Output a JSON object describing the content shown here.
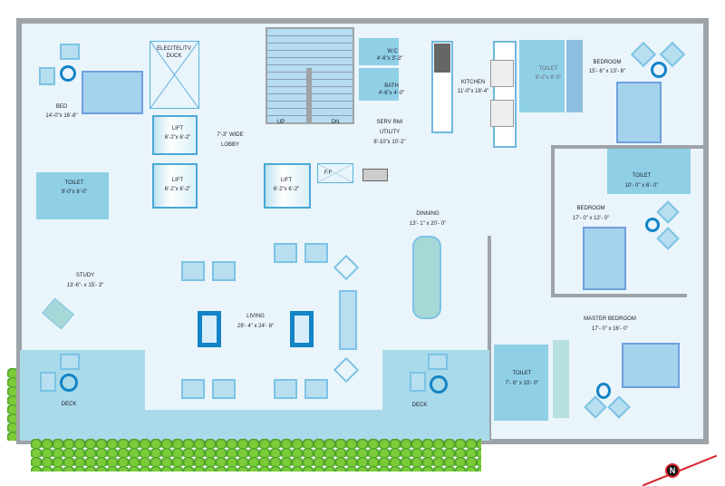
{
  "rooms": {
    "bed": {
      "name": "BED",
      "dims": "14'-0\"x 16'-8\""
    },
    "duct": {
      "name": "ELEC/TEL/TV",
      "name2": "DUCK"
    },
    "lift1": {
      "name": "LIFT",
      "dims": "6'-2\"x 6'-2\""
    },
    "lift2": {
      "name": "LIFT",
      "dims": "6'-2\"x 6'-2\""
    },
    "lift3": {
      "name": "LIFT",
      "dims": "6'-2\"x 6'-2\""
    },
    "lobby": {
      "name": "7'-3\" WIDE",
      "name2": "LOBBY"
    },
    "stair": {
      "up": "UP",
      "dn": "DN"
    },
    "ff": {
      "name": "F.F"
    },
    "wc": {
      "name": "W.C",
      "dims": "4'-6\"x 3'-3\""
    },
    "bath": {
      "name": "BATH",
      "dims": "4'-6\"x 4'-0\""
    },
    "utility": {
      "name": "SERV RM/",
      "name2": "UTILITY",
      "dims": "8'-10\"x 10'-2\""
    },
    "kitchen": {
      "name": "KITCHEN",
      "dims": "11'-0\"x 18'-4\""
    },
    "toilet_small": {
      "name": "TOILET",
      "dims": "8'-0\"x 8'-0\""
    },
    "bedroom1": {
      "name": "BEDROOM",
      "dims": "15'- 6\" x 13'- 6\""
    },
    "toilet_right": {
      "name": "TOILET",
      "dims": "10'- 0\" x 6'- 0\""
    },
    "bedroom2": {
      "name": "BEDROOM",
      "dims": "17'- 0\" x 12'- 0\""
    },
    "toilet_left": {
      "name": "TOILET",
      "dims": "9'-0\"x 6'-0\""
    },
    "dining": {
      "name": "DINNING",
      "dims": "13'- 1\" x 20'- 0\""
    },
    "study": {
      "name": "STUDY",
      "dims": "13'-6\"- x 15'- 3\""
    },
    "living": {
      "name": "LIVING",
      "dims": "29'- 4\" x 24'- 8\""
    },
    "master": {
      "name": "MASTER BEDROOM",
      "dims": "17'- 0\" x 16'- 0\""
    },
    "toilet_master": {
      "name": "TOILET",
      "dims": "7'- 6\" x 10'- 0\""
    },
    "deck_left": {
      "name": "DECK"
    },
    "deck_right": {
      "name": "DECK"
    }
  },
  "compass": {
    "letter": "N",
    "color": "#d8262c"
  },
  "colors": {
    "wall": "#9ea3a8",
    "floor": "#e9f4fb",
    "wet": "#8fd0e6",
    "furniture": "#1384c6",
    "hedge": "#4fa82a"
  }
}
